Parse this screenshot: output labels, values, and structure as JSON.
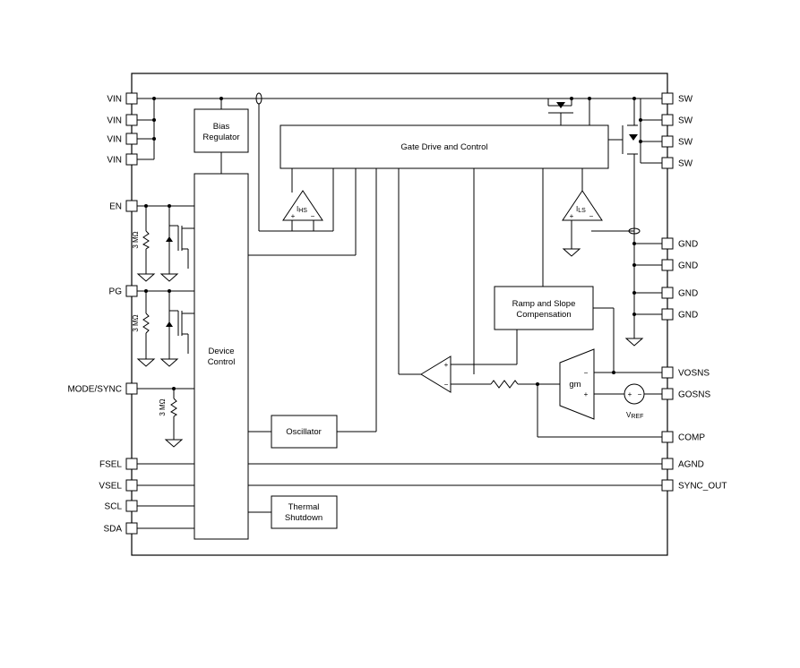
{
  "pins_left": [
    "VIN",
    "VIN",
    "VIN",
    "VIN",
    "EN",
    "PG",
    "MODE/SYNC",
    "FSEL",
    "VSEL",
    "SCL",
    "SDA"
  ],
  "pins_right": [
    "SW",
    "SW",
    "SW",
    "SW",
    "GND",
    "GND",
    "GND",
    "GND",
    "VOSNS",
    "GOSNS",
    "COMP",
    "AGND",
    "SYNC_OUT"
  ],
  "blocks": {
    "bias_regulator": [
      "Bias",
      "Regulator"
    ],
    "gate_drive": "Gate Drive and Control",
    "device_control": [
      "Device",
      "Control"
    ],
    "ramp": [
      "Ramp and Slope",
      "Compensation"
    ],
    "oscillator": "Oscillator",
    "thermal": [
      "Thermal",
      "Shutdown"
    ]
  },
  "amps": {
    "ihs": "I",
    "ihs_sub": "HS",
    "ils": "I",
    "ils_sub": "LS",
    "plus": "+",
    "minus": "−",
    "gm": "gm",
    "vref": "V",
    "vref_sub": "REF"
  },
  "resistors": {
    "en": "3 MΩ",
    "pg": "3 MΩ",
    "mode": "3 MΩ"
  }
}
